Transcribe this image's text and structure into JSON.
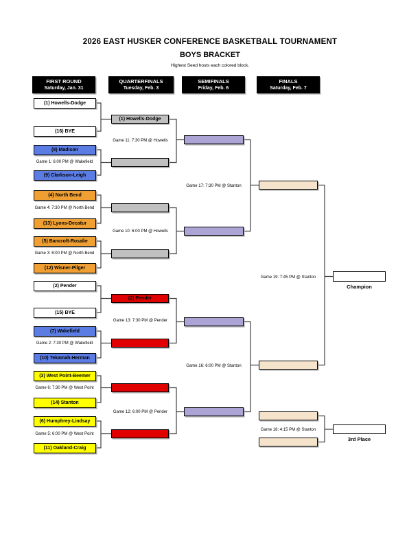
{
  "page": {
    "title": "2026 EAST HUSKER CONFERENCE BASKETBALL TOURNAMENT",
    "subtitle": "BOYS BRACKET",
    "note": "Highest Seed hosts each colored block."
  },
  "rounds": [
    {
      "label": "FIRST ROUND",
      "date": "Saturday, Jan. 31"
    },
    {
      "label": "QUARTERFINALS",
      "date": "Tuesday, Feb. 3"
    },
    {
      "label": "SEMIFINALS",
      "date": "Friday, Feb. 6"
    },
    {
      "label": "FINALS",
      "date": "Saturday, Feb. 7"
    }
  ],
  "first_round": {
    "teams": [
      {
        "name": "(1) Howells-Dodge",
        "block": "white"
      },
      {
        "name": "(16) BYE",
        "block": "white"
      },
      {
        "name": "(8) Madison",
        "block": "blue"
      },
      {
        "name": "(9) Clarkson-Leigh",
        "block": "blue"
      },
      {
        "name": "(4) North Bend",
        "block": "orange"
      },
      {
        "name": "(13) Lyons-Decatur",
        "block": "orange"
      },
      {
        "name": "(5) Bancroft-Rosalie",
        "block": "orange"
      },
      {
        "name": "(12) Wisner-Pilger",
        "block": "orange"
      },
      {
        "name": "(2) Pender",
        "block": "white"
      },
      {
        "name": "(15) BYE",
        "block": "white"
      },
      {
        "name": "(7) Wakefield",
        "block": "blue"
      },
      {
        "name": "(10) Tekamah-Herman",
        "block": "blue"
      },
      {
        "name": "(3) West Point-Beemer",
        "block": "yellow"
      },
      {
        "name": "(14) Stanton",
        "block": "yellow"
      },
      {
        "name": "(6) Humphrey-Lindsay",
        "block": "yellow"
      },
      {
        "name": "(11) Oakland-Craig",
        "block": "yellow"
      }
    ],
    "games": [
      "Game 1: 6:00 PM @ Wakefield",
      "Game 4: 7:30 PM @ North Bend",
      "Game 3: 6:00 PM @ North Bend",
      "Game 2: 7:30 PM @ Wakefield",
      "Game 6: 7:30 PM @ West Point",
      "Game 5: 6:00 PM @ West Point"
    ]
  },
  "quarterfinals": {
    "slots": [
      {
        "name": "(1) Howells-Dodge"
      },
      {
        "name": ""
      },
      {
        "name": ""
      },
      {
        "name": ""
      },
      {
        "name": "(2) Pender"
      },
      {
        "name": ""
      },
      {
        "name": ""
      },
      {
        "name": ""
      }
    ],
    "games": [
      "Game 11: 7:30 PM @ Howells",
      "Game 10: 6:00 PM @ Howells",
      "Game 13: 7:30 PM @ Pender",
      "Game 12: 6:00 PM @ Pender"
    ]
  },
  "semifinals": {
    "games": [
      "Game 17: 7:30 PM @ Stanton",
      "Game 16: 6:00 PM @ Stanton"
    ]
  },
  "finals": {
    "game": "Game 19: 7:45 PM @ Stanton",
    "champion_label": "Champion"
  },
  "third_place": {
    "game": "Game 18: 4:15 PM @ Stanton",
    "label": "3rd Place"
  },
  "colors": {
    "header_bg": "#000000",
    "header_text": "#ffffff",
    "white_box": "#ffffff",
    "blue": "#5b7ce3",
    "orange": "#f0a032",
    "yellow": "#ffff00",
    "red": "#e00000",
    "gray": "#c0c0c0",
    "purple": "#aba4d5",
    "tan": "#f5e3cc",
    "line": "#404040",
    "shadow": "#a6a6a6"
  }
}
